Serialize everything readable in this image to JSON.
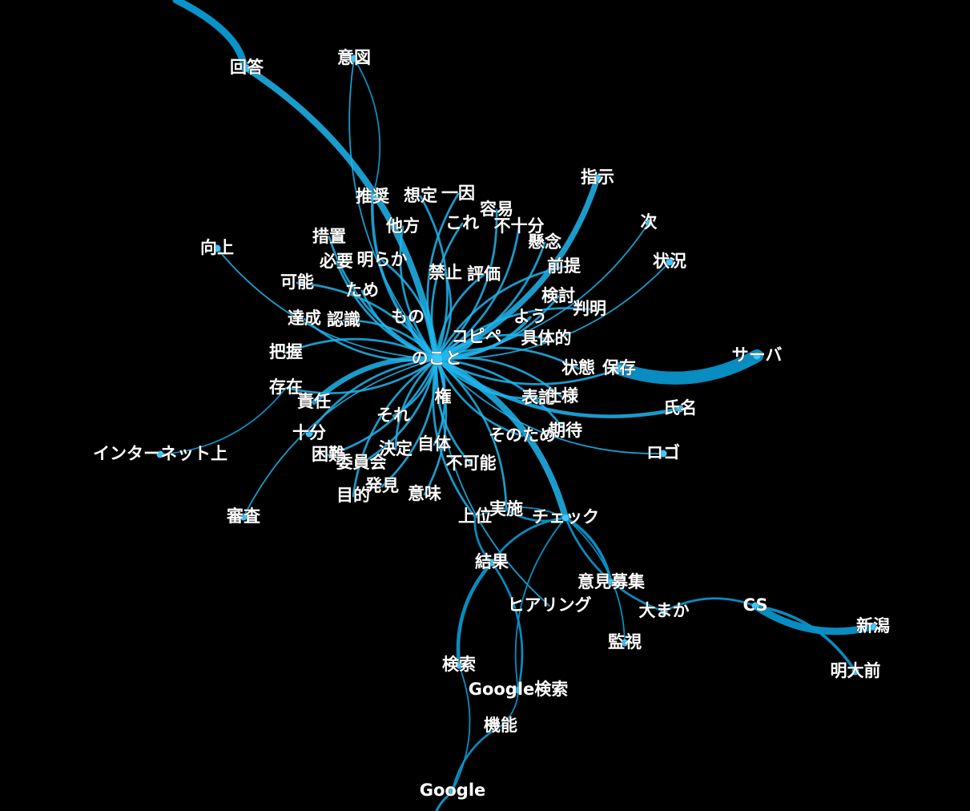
{
  "colors": {
    "background": "#000000",
    "edge": "#0a93c9",
    "edge_hub": "#1fb6ee",
    "node": "#3bc8ff",
    "label": "#ffffff"
  },
  "nodes": [
    {
      "id": "nokoto",
      "label": "のこと"
    },
    {
      "id": "kaitou",
      "label": "回答"
    },
    {
      "id": "ito",
      "label": "意図"
    },
    {
      "id": "shiji",
      "label": "指示"
    },
    {
      "id": "suisho",
      "label": "推奨"
    },
    {
      "id": "soutei",
      "label": "想定"
    },
    {
      "id": "ichiin",
      "label": "一因"
    },
    {
      "id": "youi",
      "label": "容易"
    },
    {
      "id": "kore",
      "label": "これ"
    },
    {
      "id": "fujubun",
      "label": "不十分"
    },
    {
      "id": "tahou",
      "label": "他方"
    },
    {
      "id": "tsugi",
      "label": "次"
    },
    {
      "id": "sochi",
      "label": "措置"
    },
    {
      "id": "kenen",
      "label": "懸念"
    },
    {
      "id": "koujou",
      "label": "向上"
    },
    {
      "id": "joukyou",
      "label": "状況"
    },
    {
      "id": "hitsuyou",
      "label": "必要"
    },
    {
      "id": "akiraka",
      "label": "明らか"
    },
    {
      "id": "zentei",
      "label": "前提"
    },
    {
      "id": "kinshi",
      "label": "禁止"
    },
    {
      "id": "hyouka",
      "label": "評価"
    },
    {
      "id": "kanou",
      "label": "可能"
    },
    {
      "id": "tame",
      "label": "ため"
    },
    {
      "id": "kentou",
      "label": "検討"
    },
    {
      "id": "hanmei",
      "label": "判明"
    },
    {
      "id": "you",
      "label": "よう"
    },
    {
      "id": "tassei",
      "label": "達成"
    },
    {
      "id": "ninshiki",
      "label": "認識"
    },
    {
      "id": "mono",
      "label": "もの"
    },
    {
      "id": "kopipe",
      "label": "コピペ"
    },
    {
      "id": "gutaiteki",
      "label": "具体的"
    },
    {
      "id": "haaku",
      "label": "把握"
    },
    {
      "id": "saaba",
      "label": "サーバ"
    },
    {
      "id": "joutai",
      "label": "状態"
    },
    {
      "id": "hozon",
      "label": "保存"
    },
    {
      "id": "sonzai",
      "label": "存在"
    },
    {
      "id": "sekinin",
      "label": "責任"
    },
    {
      "id": "ken",
      "label": "権"
    },
    {
      "id": "hyouki",
      "label": "表記"
    },
    {
      "id": "shiyou",
      "label": "仕様"
    },
    {
      "id": "shimei",
      "label": "氏名"
    },
    {
      "id": "sore",
      "label": "それ"
    },
    {
      "id": "jubun",
      "label": "十分"
    },
    {
      "id": "kitai",
      "label": "期待"
    },
    {
      "id": "sonotame",
      "label": "そのため"
    },
    {
      "id": "internet",
      "label": "インターネット上"
    },
    {
      "id": "konnan",
      "label": "困難"
    },
    {
      "id": "kettei",
      "label": "決定"
    },
    {
      "id": "jitai",
      "label": "自体"
    },
    {
      "id": "rogo",
      "label": "ロゴ"
    },
    {
      "id": "iinkai",
      "label": "委員会"
    },
    {
      "id": "fukanou",
      "label": "不可能"
    },
    {
      "id": "hakken",
      "label": "発見"
    },
    {
      "id": "mokuteki",
      "label": "目的"
    },
    {
      "id": "imi",
      "label": "意味"
    },
    {
      "id": "shinsa",
      "label": "審査"
    },
    {
      "id": "jisshi",
      "label": "実施"
    },
    {
      "id": "joui",
      "label": "上位"
    },
    {
      "id": "check",
      "label": "チェック"
    },
    {
      "id": "kekka",
      "label": "結果"
    },
    {
      "id": "ikenboshu",
      "label": "意見募集"
    },
    {
      "id": "hearing",
      "label": "ヒアリング"
    },
    {
      "id": "cs",
      "label": "CS"
    },
    {
      "id": "oomaka",
      "label": "大まか"
    },
    {
      "id": "niigata",
      "label": "新潟"
    },
    {
      "id": "kanshi",
      "label": "監視"
    },
    {
      "id": "kensaku",
      "label": "検索"
    },
    {
      "id": "meidaimae",
      "label": "明大前"
    },
    {
      "id": "googlekensaku",
      "label": "Google検索"
    },
    {
      "id": "kinou",
      "label": "機能"
    },
    {
      "id": "google",
      "label": "Google"
    }
  ],
  "edges": [
    {
      "from": "nokoto",
      "to": "kaitou",
      "weight": 9
    },
    {
      "from": "nokoto",
      "to": "ito",
      "weight": 2
    },
    {
      "from": "nokoto",
      "to": "shiji",
      "weight": 8
    },
    {
      "from": "nokoto",
      "to": "suisho",
      "weight": 4
    },
    {
      "from": "nokoto",
      "to": "soutei",
      "weight": 3
    },
    {
      "from": "nokoto",
      "to": "ichiin",
      "weight": 3
    },
    {
      "from": "nokoto",
      "to": "youi",
      "weight": 3
    },
    {
      "from": "nokoto",
      "to": "kore",
      "weight": 3
    },
    {
      "from": "nokoto",
      "to": "fujubun",
      "weight": 3
    },
    {
      "from": "nokoto",
      "to": "tahou",
      "weight": 3
    },
    {
      "from": "nokoto",
      "to": "tsugi",
      "weight": 2
    },
    {
      "from": "nokoto",
      "to": "sochi",
      "weight": 3
    },
    {
      "from": "nokoto",
      "to": "kenen",
      "weight": 3
    },
    {
      "from": "nokoto",
      "to": "koujou",
      "weight": 2
    },
    {
      "from": "nokoto",
      "to": "joukyou",
      "weight": 2
    },
    {
      "from": "nokoto",
      "to": "hitsuyou",
      "weight": 3
    },
    {
      "from": "nokoto",
      "to": "akiraka",
      "weight": 3
    },
    {
      "from": "nokoto",
      "to": "zentei",
      "weight": 3
    },
    {
      "from": "nokoto",
      "to": "kinshi",
      "weight": 3
    },
    {
      "from": "nokoto",
      "to": "hyouka",
      "weight": 3
    },
    {
      "from": "nokoto",
      "to": "kanou",
      "weight": 3
    },
    {
      "from": "nokoto",
      "to": "tame",
      "weight": 3
    },
    {
      "from": "nokoto",
      "to": "kentou",
      "weight": 3
    },
    {
      "from": "nokoto",
      "to": "hanmei",
      "weight": 3
    },
    {
      "from": "nokoto",
      "to": "you",
      "weight": 4
    },
    {
      "from": "nokoto",
      "to": "tassei",
      "weight": 3
    },
    {
      "from": "nokoto",
      "to": "ninshiki",
      "weight": 3
    },
    {
      "from": "nokoto",
      "to": "mono",
      "weight": 4
    },
    {
      "from": "nokoto",
      "to": "kopipe",
      "weight": 4
    },
    {
      "from": "nokoto",
      "to": "gutaiteki",
      "weight": 3
    },
    {
      "from": "nokoto",
      "to": "haaku",
      "weight": 3
    },
    {
      "from": "nokoto",
      "to": "joutai",
      "weight": 3
    },
    {
      "from": "nokoto",
      "to": "hozon",
      "weight": 3
    },
    {
      "from": "nokoto",
      "to": "sonzai",
      "weight": 3
    },
    {
      "from": "nokoto",
      "to": "sekinin",
      "weight": 7
    },
    {
      "from": "nokoto",
      "to": "ken",
      "weight": 3
    },
    {
      "from": "nokoto",
      "to": "hyouki",
      "weight": 3
    },
    {
      "from": "nokoto",
      "to": "shiyou",
      "weight": 3
    },
    {
      "from": "nokoto",
      "to": "shimei",
      "weight": 5
    },
    {
      "from": "nokoto",
      "to": "sore",
      "weight": 3
    },
    {
      "from": "nokoto",
      "to": "jubun",
      "weight": 3
    },
    {
      "from": "nokoto",
      "to": "kitai",
      "weight": 3
    },
    {
      "from": "nokoto",
      "to": "sonotame",
      "weight": 3
    },
    {
      "from": "nokoto",
      "to": "konnan",
      "weight": 3
    },
    {
      "from": "nokoto",
      "to": "kettei",
      "weight": 3
    },
    {
      "from": "nokoto",
      "to": "jitai",
      "weight": 3
    },
    {
      "from": "nokoto",
      "to": "rogo",
      "weight": 2
    },
    {
      "from": "nokoto",
      "to": "iinkai",
      "weight": 3
    },
    {
      "from": "nokoto",
      "to": "fukanou",
      "weight": 3
    },
    {
      "from": "nokoto",
      "to": "hakken",
      "weight": 3
    },
    {
      "from": "nokoto",
      "to": "mokuteki",
      "weight": 3
    },
    {
      "from": "nokoto",
      "to": "imi",
      "weight": 3
    },
    {
      "from": "nokoto",
      "to": "shinsa",
      "weight": 2
    },
    {
      "from": "nokoto",
      "to": "jisshi",
      "weight": 3
    },
    {
      "from": "nokoto",
      "to": "joui",
      "weight": 3
    },
    {
      "from": "nokoto",
      "to": "check",
      "weight": 9
    },
    {
      "from": "nokoto",
      "to": "hearing",
      "weight": 2
    },
    {
      "from": "sonzai",
      "to": "internet",
      "weight": 2
    },
    {
      "from": "hozon",
      "to": "saaba",
      "weight": 18
    },
    {
      "from": "ito",
      "to": "suisho",
      "weight": 2
    },
    {
      "from": "check",
      "to": "kekka",
      "weight": 3
    },
    {
      "from": "check",
      "to": "ikenboshu",
      "weight": 4
    },
    {
      "from": "check",
      "to": "oomaka",
      "weight": 3
    },
    {
      "from": "check",
      "to": "kanshi",
      "weight": 2
    },
    {
      "from": "check",
      "to": "googlekensaku",
      "weight": 2
    },
    {
      "from": "check",
      "to": "jisshi",
      "weight": 3
    },
    {
      "from": "check",
      "to": "joui",
      "weight": 2
    },
    {
      "from": "oomaka",
      "to": "cs",
      "weight": 3
    },
    {
      "from": "cs",
      "to": "niigata",
      "weight": 10
    },
    {
      "from": "cs",
      "to": "meidaimae",
      "weight": 4
    },
    {
      "from": "kekka",
      "to": "kensaku",
      "weight": 5
    },
    {
      "from": "kekka",
      "to": "googlekensaku",
      "weight": 3
    },
    {
      "from": "joui",
      "to": "kekka",
      "weight": 3
    },
    {
      "from": "kensaku",
      "to": "google",
      "weight": 2
    },
    {
      "from": "kinou",
      "to": "google",
      "weight": 3
    },
    {
      "from": "googlekensaku",
      "to": "kinou",
      "weight": 2
    }
  ]
}
